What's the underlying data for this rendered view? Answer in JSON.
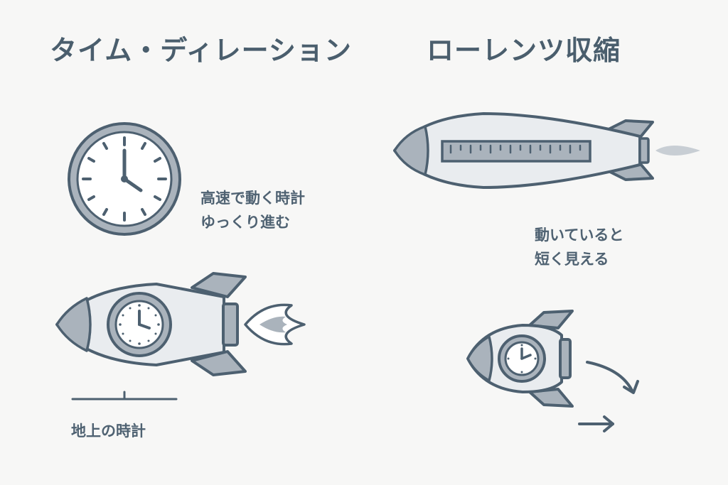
{
  "titles": {
    "time_dilation": "タイム・ディレーション",
    "length_contraction": "ローレンツ収縮"
  },
  "captions": {
    "dilation_line1": "高速で動く時計",
    "dilation_line2": "ゆっくり進む",
    "contraction_line1": "動いていると",
    "contraction_line2": "短く見える",
    "ground_clock": "地上の時計"
  },
  "colors": {
    "ink": "#4d6070",
    "fill_light": "#e9ecef",
    "fill_gray": "#aab3bc",
    "background": "#f7f7f6"
  },
  "icons": [
    "wall-clock-icon",
    "rocket-icon",
    "long-rocket-icon",
    "ruler-icon",
    "small-rocket-icon",
    "curved-arrow-icon",
    "right-arrow-icon"
  ]
}
